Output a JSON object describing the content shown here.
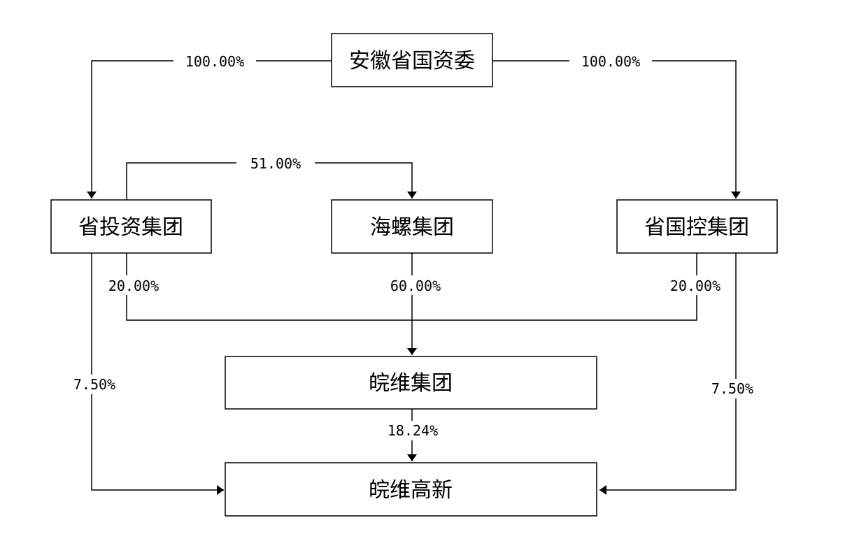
{
  "nodes": {
    "sasac": "安徽省国资委",
    "investment_group": "省投资集团",
    "hailuo_group": "海螺集团",
    "state_holding_group": "省国控集团",
    "wanwei_group": "皖维集团",
    "wanwei_hitech": "皖维高新"
  },
  "edges": {
    "sasac_to_investment": "100.00%",
    "sasac_to_state_holding": "100.00%",
    "investment_to_hailuo": "51.00%",
    "investment_to_wanwei_group": "20.00%",
    "hailuo_to_wanwei_group": "60.00%",
    "state_holding_to_wanwei_group": "20.00%",
    "investment_to_hitech": "7.50%",
    "state_holding_to_hitech": "7.50%",
    "wanwei_group_to_hitech": "18.24%"
  }
}
